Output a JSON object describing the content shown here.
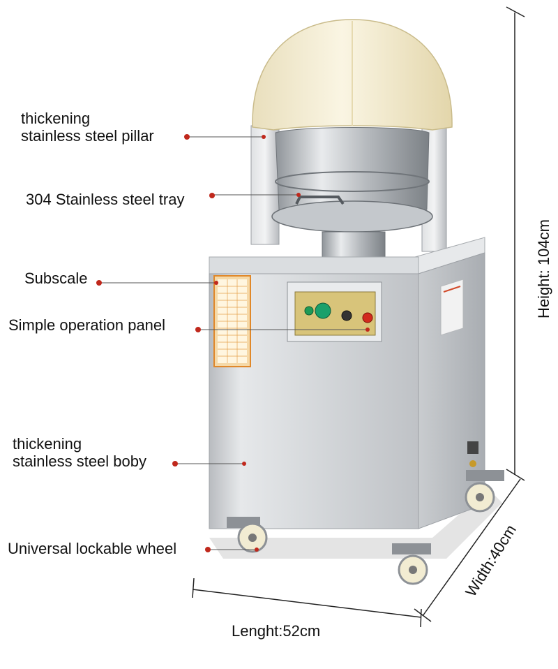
{
  "labels": {
    "pillar_line1": "thickening",
    "pillar_line2": "stainless steel pillar",
    "tray": "304 Stainless steel tray",
    "subscale": "Subscale",
    "panel": "Simple operation panel",
    "body_line1": "thickening",
    "body_line2": "stainless steel boby",
    "wheel": "Universal lockable wheel"
  },
  "dimensions": {
    "height": "Height:  104cm",
    "width": "Width:40cm",
    "length": "Lenght:52cm"
  },
  "colors": {
    "callout_dot": "#c0281c",
    "steel": "#d6d8db",
    "dome": "#f3ecd2"
  }
}
